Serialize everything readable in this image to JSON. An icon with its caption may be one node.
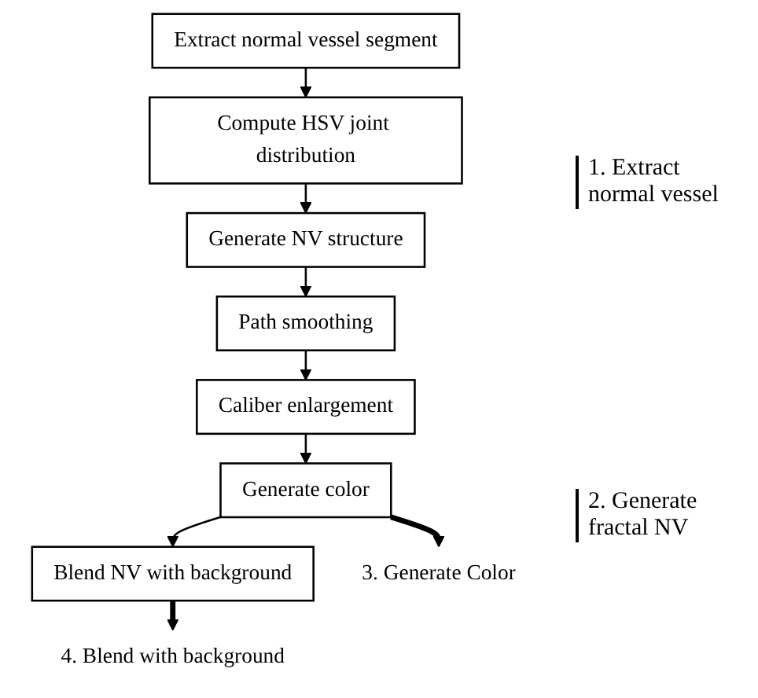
{
  "diagram": {
    "nodes": [
      {
        "text": [
          "Extract normal vessel segment"
        ]
      },
      {
        "text": [
          "Compute HSV joint distribution"
        ]
      },
      {
        "text": [
          "Generate NV structure"
        ]
      },
      {
        "text": [
          "Path smoothing"
        ]
      },
      {
        "text": [
          "Caliber enlargement"
        ]
      },
      {
        "text": [
          "Generate color"
        ]
      },
      {
        "text": [
          "Blend NV with background"
        ]
      },
      {
        "text": [
          "3. Generate Color"
        ]
      },
      {
        "text": [
          "4. Blend with background"
        ]
      }
    ],
    "edges": [
      {
        "from": 0,
        "to": 1,
        "arrow": "to"
      },
      {
        "from": 1,
        "to": 2,
        "arrow": "to"
      },
      {
        "from": 2,
        "to": 3,
        "arrow": "to"
      },
      {
        "from": 3,
        "to": 4,
        "arrow": "to"
      },
      {
        "from": 4,
        "to": 5,
        "arrow": "to"
      },
      {
        "from": 5,
        "to": 6,
        "arrow": "to"
      },
      {
        "from": 5,
        "to": 7,
        "arrow": "to",
        "style": "thick"
      },
      {
        "from": 6,
        "to": 8,
        "arrow": "to",
        "style": "thick"
      }
    ],
    "labels": [
      "1. Extract normal vessel",
      "2. Generate fractal NV"
    ]
  }
}
